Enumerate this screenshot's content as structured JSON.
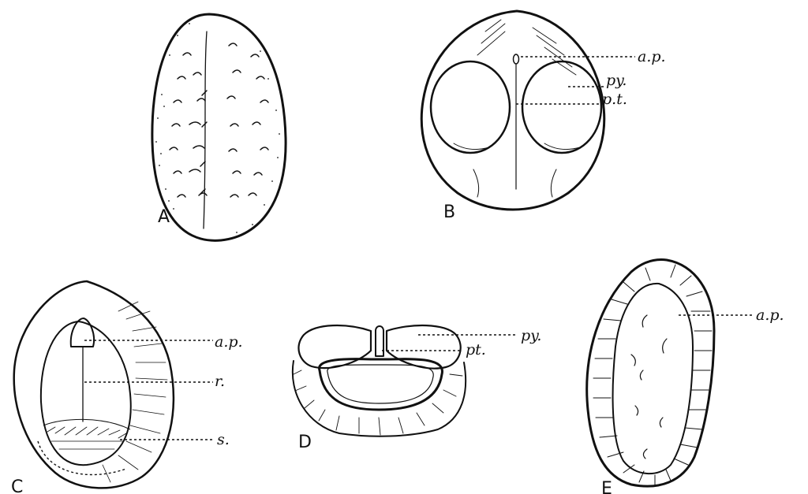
{
  "panels": {
    "A": {
      "letter": "A"
    },
    "B": {
      "letter": "B",
      "labels": [
        "a.p.",
        "py.",
        "p.t."
      ]
    },
    "C": {
      "letter": "C",
      "labels": [
        "a.p.",
        "r.",
        "s."
      ]
    },
    "D": {
      "letter": "D",
      "labels": [
        "py.",
        "pt."
      ]
    },
    "E": {
      "letter": "E",
      "labels": [
        "a.p."
      ]
    }
  }
}
